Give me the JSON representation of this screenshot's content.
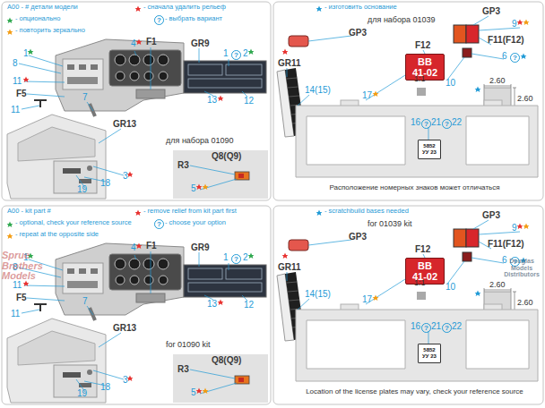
{
  "diagram": {
    "nodes": [
      {
        "text": [
          "BB",
          "41-02"
        ]
      },
      {
        "text": [
          "5852",
          "УУ 23"
        ]
      },
      {
        "text": [
          "BB",
          "41-02"
        ]
      },
      {
        "text": [
          "5852",
          "УУ 23"
        ]
      }
    ],
    "labels": [
      "F1",
      "GR9",
      "4",
      "1",
      "1",
      "?",
      "2",
      "8",
      "11",
      "F5",
      "7",
      "11",
      "13",
      "12",
      "GR13",
      "19",
      "18",
      "3",
      "для набора 01090",
      "R3",
      "Q8(Q9)",
      "5",
      "для набора 01039",
      "GP3",
      "GP3",
      "9",
      "F12",
      "F11(F12)",
      "6",
      "?",
      "10",
      "GR11",
      "14(15)",
      "17",
      "1:1",
      "2.60",
      "2.60",
      "16",
      "?",
      "21",
      "?",
      "22",
      "Расположение номерных знаков может отличаться",
      "?",
      "F1",
      "GR9",
      "4",
      "1",
      "1",
      "?",
      "2",
      "8",
      "11",
      "F5",
      "7",
      "11",
      "13",
      "12",
      "GR13",
      "19",
      "18",
      "3",
      "for 01090 kit",
      "R3",
      "Q8(Q9)",
      "5",
      "for 01039 kit",
      "GP3",
      "GP3",
      "9",
      "F12",
      "F11(F12)",
      "6",
      "?",
      "10",
      "GR11",
      "14(15)",
      "17",
      "1:1",
      "2.60",
      "2.60",
      "16",
      "?",
      "21",
      "?",
      "22",
      "Location of the license plates may vary, check your reference source",
      "?",
      "Sprue Brothers Models",
      "Douglas Models Distributors"
    ],
    "legend": [
      {
        "text": "A00 - # детали модели"
      },
      {
        "text": "- сначала удалить рельеф"
      },
      {
        "text": "- опционально"
      },
      {
        "text": "- выбрать вариант"
      },
      {
        "text": "- повторить зеркально"
      },
      {
        "text": "- изготовить основание"
      },
      {
        "text": "A00 - kit part #"
      },
      {
        "text": "- remove relief from kit part first"
      },
      {
        "text": "- optional, check your reference source"
      },
      {
        "text": "- choose your option"
      },
      {
        "text": "- repeat at the opposite side"
      },
      {
        "text": "- scratchbuild bases needed"
      }
    ]
  }
}
